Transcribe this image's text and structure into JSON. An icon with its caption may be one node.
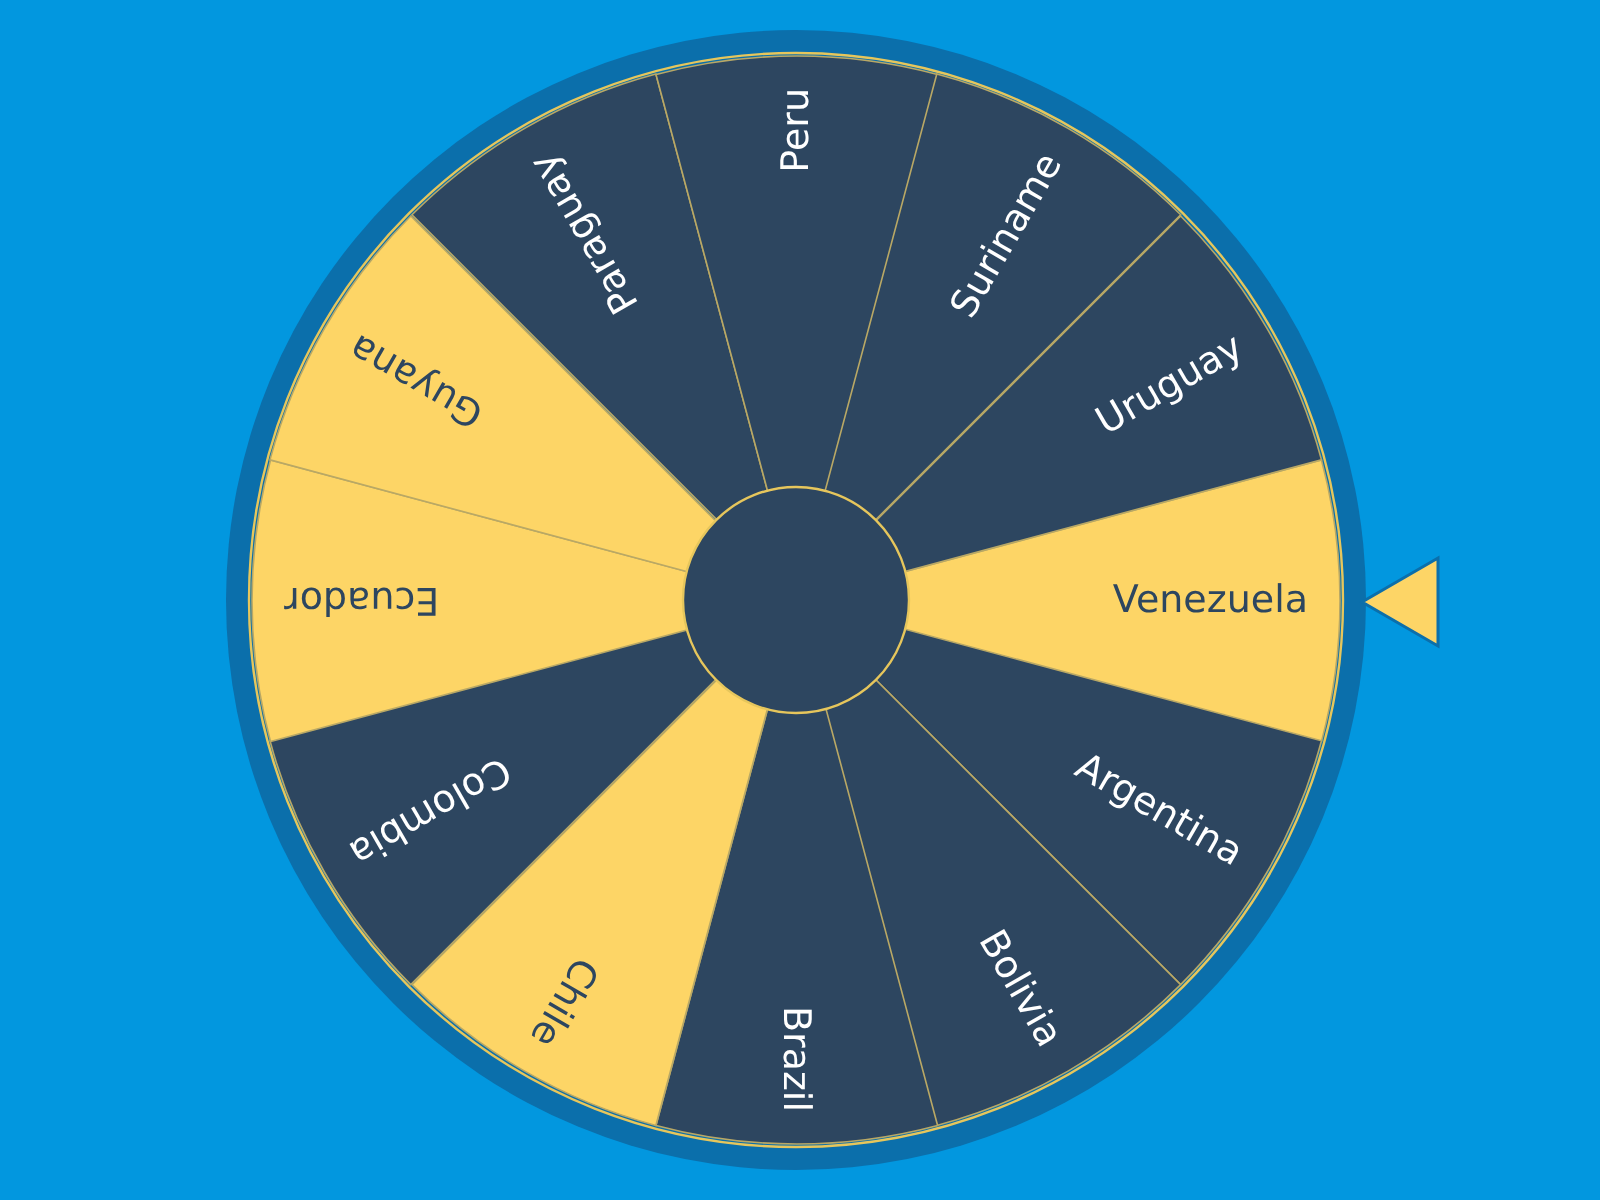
{
  "diagram": {
    "nodes": [
      {
        "text": [
          "Venezuela"
        ]
      },
      {
        "text": [
          "Argentina"
        ]
      },
      {
        "text": [
          "Bolivia"
        ]
      },
      {
        "text": [
          "Brazil"
        ]
      },
      {
        "text": [
          "Chile"
        ]
      },
      {
        "text": [
          "Colombia"
        ]
      },
      {
        "text": [
          "Ecuador"
        ]
      },
      {
        "text": [
          "Guyana"
        ]
      },
      {
        "text": [
          "Paraguay"
        ]
      },
      {
        "text": [
          "Peru"
        ]
      },
      {
        "text": [
          "Suriname"
        ]
      },
      {
        "text": [
          "Uruguay"
        ]
      },
      {
        "text": [],
        "shape": "circle"
      }
    ]
  }
}
